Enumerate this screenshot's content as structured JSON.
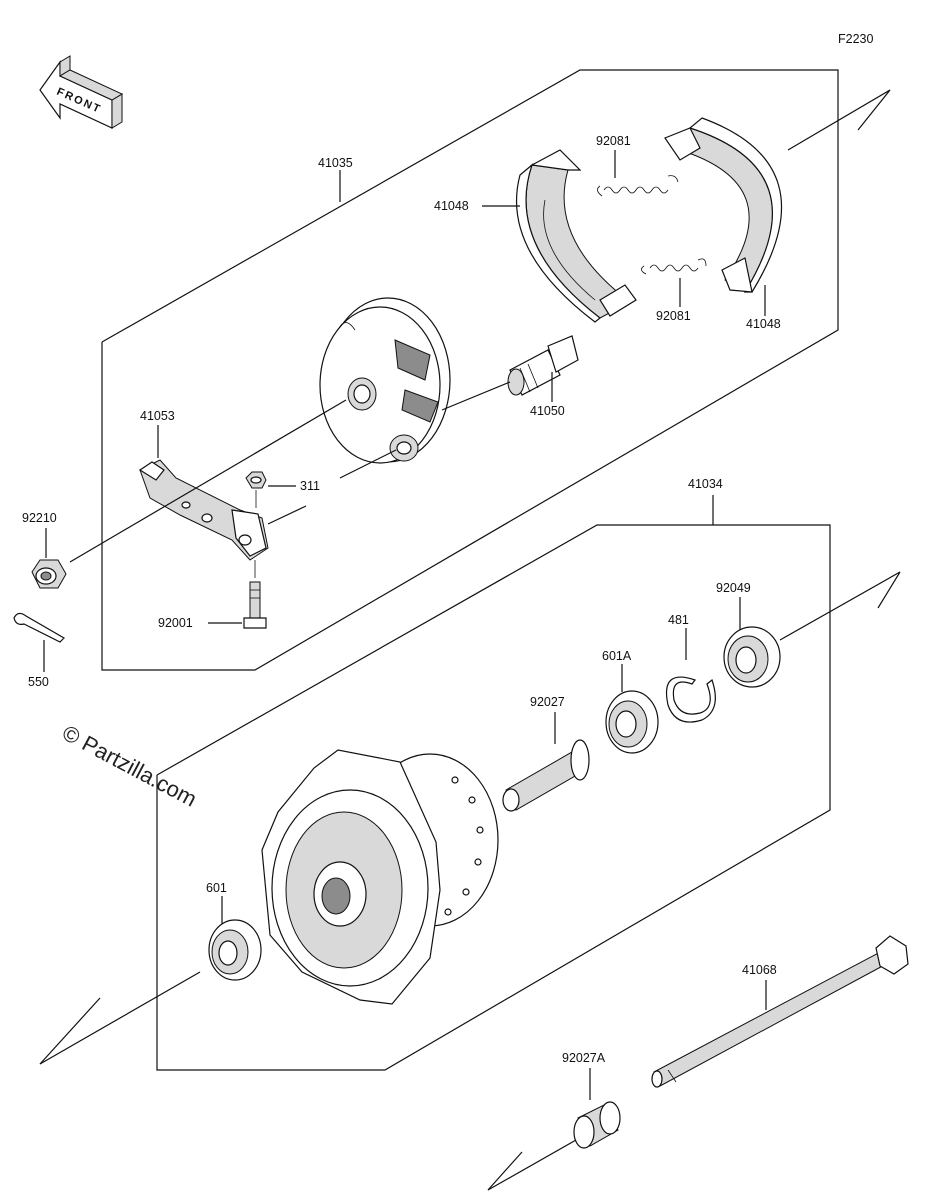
{
  "figure_code": "F2230",
  "front_label": "FRONT",
  "watermark": "© Partzilla.com",
  "labels": {
    "p41035": "41035",
    "p41048a": "41048",
    "p41048b": "41048",
    "p92081a": "92081",
    "p92081b": "92081",
    "p41050": "41050",
    "p41053": "41053",
    "p311": "311",
    "p92210": "92210",
    "p92001": "92001",
    "p550": "550",
    "p41034": "41034",
    "p92049": "92049",
    "p481": "481",
    "p601a": "601A",
    "p92027": "92027",
    "p601": "601",
    "p41068": "41068",
    "p92027a": "92027A"
  }
}
